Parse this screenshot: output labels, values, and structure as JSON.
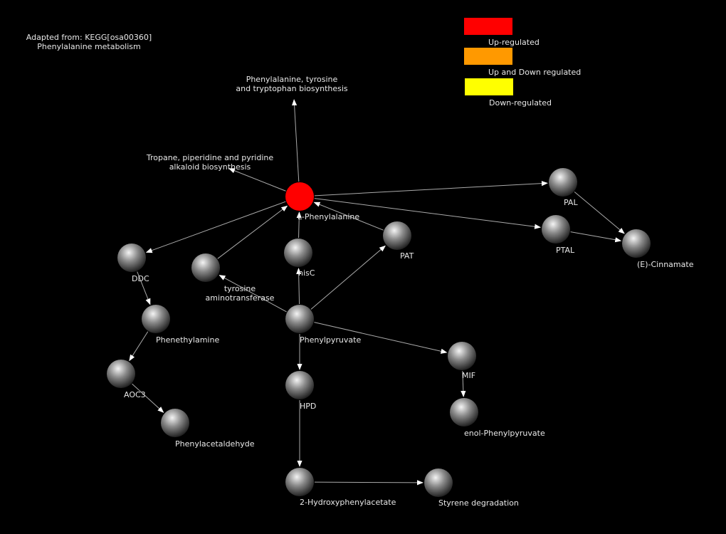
{
  "header": {
    "line1": "Adapted from: KEGG[osa00360]",
    "line2": "Phenylalanine metabolism"
  },
  "legend": {
    "up": {
      "label": "Up-regulated",
      "color": "#ff0000"
    },
    "updown": {
      "label": "Up and Down regulated",
      "color": "#ff9900"
    },
    "down": {
      "label": "Down-regulated",
      "color": "#ffff00"
    }
  },
  "pathways": {
    "aromatic_line1": "Phenylalanine, tyrosine",
    "aromatic_line2": "and tryptophan biosynthesis",
    "tropane_line1": "Tropane, piperidine and pyridine",
    "tropane_line2": "alkaloid biosynthesis"
  },
  "nodes": {
    "lphe": {
      "label": "L-Phenylalanine",
      "color": "#ff0000"
    },
    "pal": {
      "label": "PAL"
    },
    "ptal": {
      "label": "PTAL"
    },
    "cinn": {
      "label": "(E)-Cinnamate"
    },
    "pat": {
      "label": "PAT"
    },
    "hisc": {
      "label": "hisC"
    },
    "ddc": {
      "label": "DDC"
    },
    "tyrat_line1": "tyrosine",
    "tyrat_line2": "aminotransferase",
    "phpyr": {
      "label": "Phenylpyruvate"
    },
    "pea": {
      "label": "Phenethylamine"
    },
    "aoc3": {
      "label": "AOC3"
    },
    "phacet": {
      "label": "Phenylacetaldehyde"
    },
    "hpd": {
      "label": "HPD"
    },
    "mif": {
      "label": "MIF"
    },
    "enol": {
      "label": "enol-Phenylpyruvate"
    },
    "hpa": {
      "label": "2-Hydroxyphenylacetate"
    },
    "styrene": {
      "label": "Styrene degradation"
    }
  },
  "edge_color": "#aaaaaa",
  "arrow_color": "#ffffff",
  "node_color": "#888888"
}
